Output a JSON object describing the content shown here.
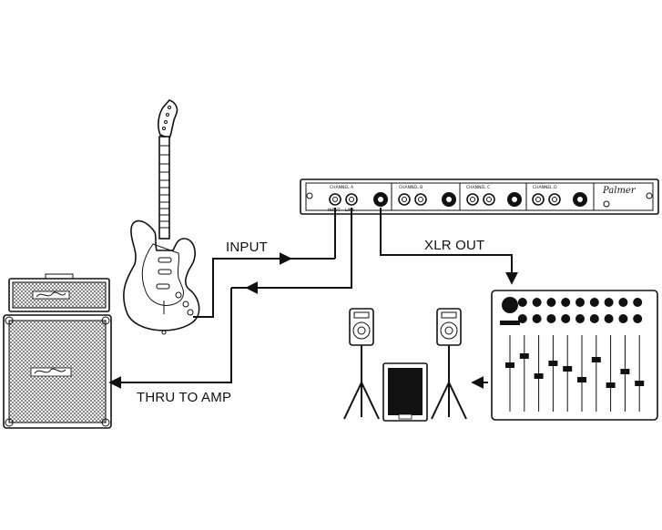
{
  "labels": {
    "input": "INPUT",
    "xlr_out": "XLR OUT",
    "thru_to_amp": "THRU TO AMP"
  },
  "rack": {
    "channels": [
      "CHANNEL A",
      "CHANNEL B",
      "CHANNEL C",
      "CHANNEL D"
    ],
    "jack_labels": [
      "INPUT",
      "LINK"
    ],
    "brand": "Palmer"
  },
  "colors": {
    "ink": "#111111",
    "background": "#ffffff"
  },
  "icons": [
    "electric-guitar-icon",
    "guitar-amp-stack-icon",
    "speaker-on-stand-icon",
    "subwoofer-icon",
    "mixing-console-icon",
    "di-box-rack-icon"
  ]
}
